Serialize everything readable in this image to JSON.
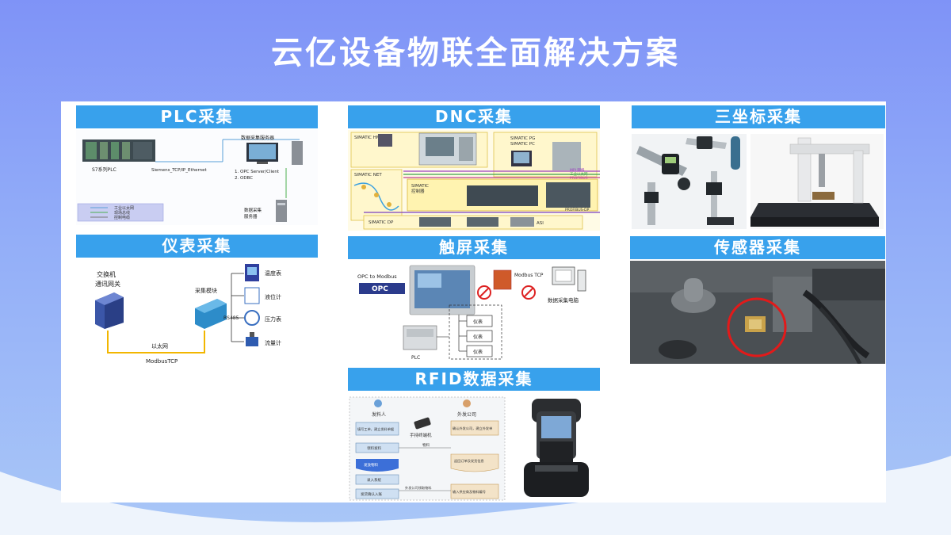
{
  "title": "云亿设备物联全面解决方案",
  "sections": {
    "plc": {
      "label": "PLC采集",
      "texts": {
        "s7": "S7系列PLC",
        "proto": "Siemens_TCP/IP_Ethernet",
        "server": "数据采集服务器",
        "opc": "1. OPC Server/Client",
        "odbc": "2. ODBC",
        "dbserver1": "数据采集",
        "dbserver2": "服务器",
        "legend1": "工业以太网",
        "legend2": "现场总线",
        "legend3": "控制电缆"
      }
    },
    "dnc": {
      "label": "DNC采集",
      "texts": {
        "hmi": "SIMATIC HMI",
        "pg1": "SIMATIC PG",
        "pg2": "SIMATIC PC",
        "net": "SIMATIC NET",
        "ctrl1": "SIMATIC",
        "ctrl2": "控制器",
        "dp": "SIMATIC DP",
        "mpi": "MPI 网络",
        "ie": "工业以太网",
        "profibus": "PROFIBUS",
        "profibusdp": "PROFIBUS-DP",
        "asi": "ASI"
      }
    },
    "cmm": {
      "label": "三坐标采集"
    },
    "meter": {
      "label": "仪表采集",
      "texts": {
        "switch1": "交换机",
        "switch2": "通讯网关",
        "module": "采集模块",
        "rs": "RS485",
        "temp": "温度表",
        "level": "液位计",
        "pressure": "压力表",
        "flow": "流量计",
        "eth": "以太网",
        "modbus": "ModbusTCP"
      }
    },
    "touch": {
      "label": "触屏采集",
      "texts": {
        "opc": "OPC to Modbus",
        "opclogo": "OPC",
        "modbus": "Modbus TCP",
        "pc": "数据采集电脑",
        "plc": "PLC",
        "m1": "仪表",
        "m2": "仪表",
        "m3": "仪表"
      }
    },
    "sensor": {
      "label": "传感器采集"
    },
    "rfid": {
      "label": "RFID数据采集",
      "texts": {
        "sender": "发料人",
        "dept": "外发公司",
        "terminal": "手持终端机",
        "b1": "填写工单，建立发料单据",
        "b2": "领料发料",
        "b3": "发放物料",
        "b4": "录入系统",
        "b5": "发货确认入账",
        "c1": "确认外发公司，建立外发单",
        "c2": "返回订单及发货信息",
        "c3": "输入供应商及物料编号",
        "send": "外发公司领取物料",
        "info": "物料"
      }
    }
  }
}
